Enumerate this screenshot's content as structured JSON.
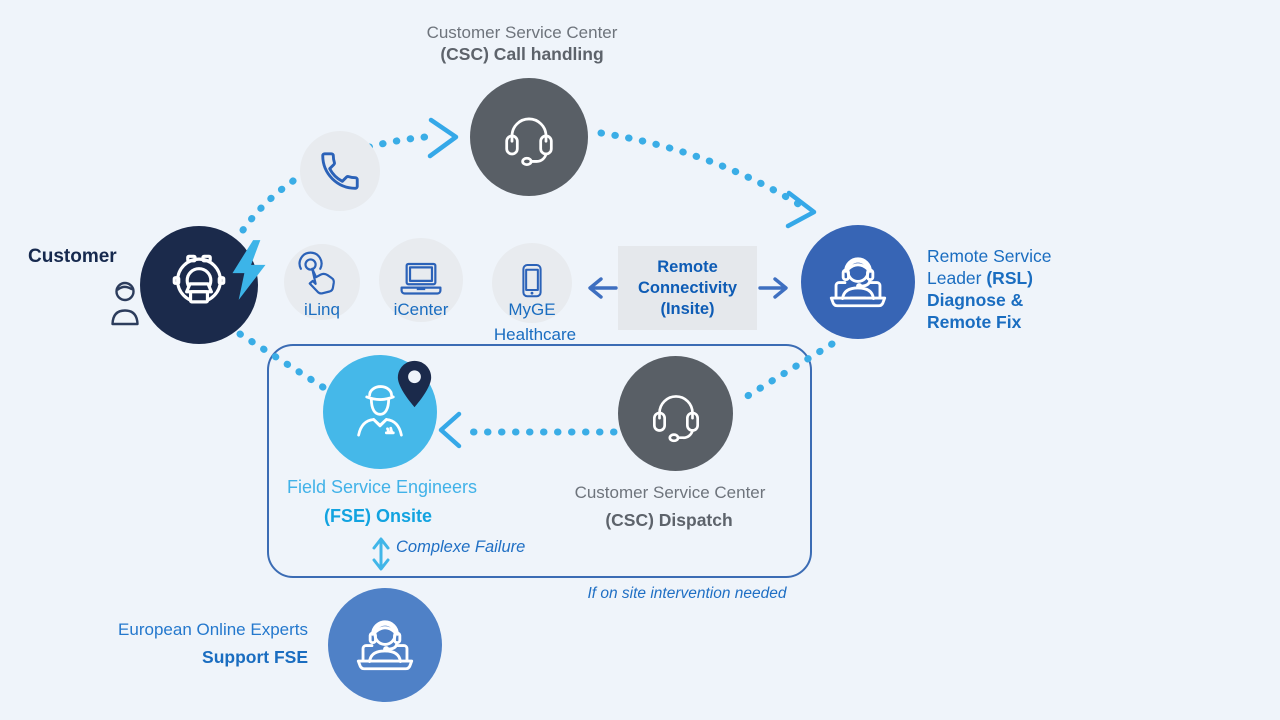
{
  "diagram": {
    "csc_call": {
      "line1": "Customer Service Center",
      "line2": "(CSC) Call handling"
    },
    "customer_label": "Customer",
    "channels": {
      "ilinq": "iLinq",
      "icenter": "iCenter",
      "myge_line1": "MyGE",
      "myge_line2": "Healthcare"
    },
    "remote_connectivity": {
      "line1": "Remote",
      "line2": "Connectivity",
      "line3": "(Insite)"
    },
    "rsl": {
      "line1": "Remote Service",
      "line2a": "Leader ",
      "line2b": "(RSL)",
      "line3": "Diagnose &",
      "line4": "Remote Fix"
    },
    "fse": {
      "line1": "Field Service Engineers",
      "line2": "(FSE) Onsite"
    },
    "dispatch": {
      "line1": "Customer Service Center",
      "line2": "(CSC) Dispatch"
    },
    "complex_failure_label": "Complexe Failure",
    "onsite_note": "If on site intervention needed",
    "experts": {
      "line1": "European Online Experts",
      "line2": "Support FSE"
    }
  },
  "icons": [
    "headset-icon",
    "mri-scanner-icon",
    "person-icon",
    "lightning-icon",
    "phone-icon",
    "touch-icon",
    "laptop-icon",
    "smartphone-icon",
    "agent-laptop-icon",
    "engineer-icon",
    "location-pin-icon"
  ],
  "colors": {
    "background": "#eff4fa",
    "navy": "#1b2a4b",
    "dark_gray": "#595f66",
    "royal_blue": "#3765b5",
    "light_blue": "#45b8e9",
    "medium_blue": "#4f81c7",
    "dot_blue": "#3aade6",
    "text_blue": "#1a6dc0",
    "text_gray": "#6e747c",
    "chip_gray": "#e8ebef"
  }
}
